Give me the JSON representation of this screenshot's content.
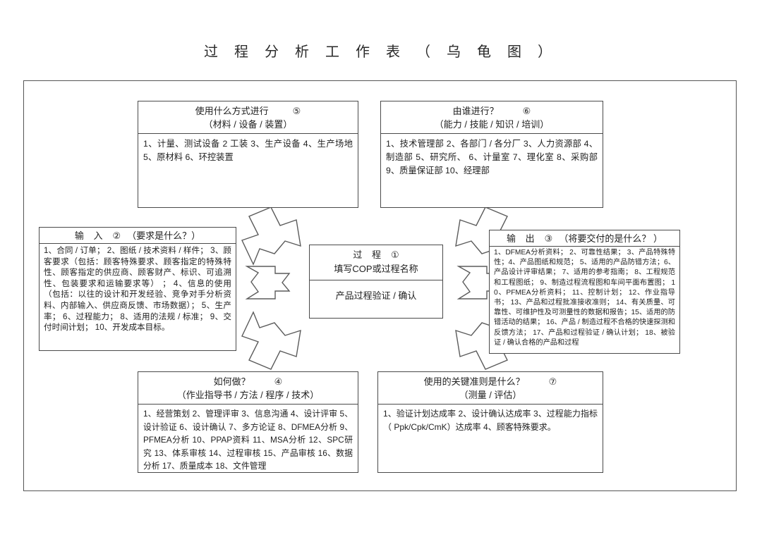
{
  "title": "过 程 分 析 工 作 表 （ 乌 龟 图 ）",
  "boxes": {
    "method": {
      "head_line1": "使用什么方式进行",
      "head_num": "⑤",
      "head_line2": "（材料 / 设备 / 装置）",
      "body": "1、计量、测试设备  2 工装  3、生产设备  4、生产场地 5、原材料  6、环控装置"
    },
    "who": {
      "head_line1": "由谁进行？",
      "head_num": "⑥",
      "head_line2": "（能力 / 技能 / 知识 / 培训）",
      "body": "1、技术管理部  2、各部门 / 各分厂 3、人力资源部  4、制造部  5、研究所、  6、计量室  7、理化室  8、采购部  9、质量保证部  10、经理部"
    },
    "input": {
      "head_title": "输   入",
      "head_num": "②",
      "head_sub": "（要求是什么？）",
      "body": "1、合同 / 订单； 2、图纸 / 技术资料 / 样件； 3、顾客要求（包括：顾客特殊要求、顾客指定的特殊特性、顾客指定的供应商、顾客财产、标识、可追溯性、包装要求和运输要求等）    ； 4、信息的使用（包括：以往的设计和开发经验、竞争对手分析资料、内部输入、供应商反馈、市场数据）； 5、生产率； 6、过程能力； 8、适用的法规 / 标准； 9、交付时间计划； 10、开发成本目标。"
    },
    "output": {
      "head_title": "输   出",
      "head_num": "③",
      "head_sub": "（将要交付的是什么？    ）",
      "body": "1、DFMEA分析资料； 2、可靠性结果； 3、产品特殊特性；4、产品图纸和规范； 5、适用的产品防错方法；6、产品设计评审结果；  7、适用的参考指南； 8、工程规范和工程图纸；  9、制造过程流程图和车间平面布置图； 10、PFMEA分析资料； 11、控制计划； 12、作业指导书； 13、产品和过程批准接收准则；  14、有关质量、可靠性、可维护性及可测量性的数据和报告；15、适用的防错活动的结果；  16、产品 / 制造过程不合格的快速探测和反馈方法；  17、产品和过程验证 / 确认计划； 18、被验证 / 确认合格的产品和过程"
    },
    "process": {
      "head_title": "过   程",
      "head_num": "①",
      "head_line2": "填写COP或过程名称",
      "body": "产品过程验证 / 确认"
    },
    "how": {
      "head_line1": "如何做？",
      "head_num": "④",
      "head_line2": "（作业指导书 / 方法 / 程序 / 技术）",
      "body": "1、经营策划  2、管理评审  3、信息沟通  4、设计评审 5、设计验证  6、设计确认  7、多方论证  8、DFMEA分析  9、PFMEA分析 10、PPAP资料 11、MSA分析 12、SPC研究 13、体系审核  14、过程审核  15、产品审核 16、数据分析 17、质量成本 18、文件管理"
    },
    "criteria": {
      "head_line1": "使用的关键准则是什么？",
      "head_num": "⑦",
      "head_line2": "（测量 / 评估）",
      "body": "1、验证计划达成率   2、设计确认达成率   3、过程能力指标（ Ppk/Cpk/CmK）达成率  4、顾客特殊要求。"
    }
  },
  "arrows": [
    {
      "name": "arrow-method-to-process",
      "direction": "down-right"
    },
    {
      "name": "arrow-who-to-process",
      "direction": "down-left"
    },
    {
      "name": "arrow-input-to-process",
      "direction": "right"
    },
    {
      "name": "arrow-process-to-output",
      "direction": "right"
    },
    {
      "name": "arrow-how-to-process",
      "direction": "up-right"
    },
    {
      "name": "arrow-criteria-to-process",
      "direction": "up-left"
    }
  ],
  "colors": {
    "border": "#4a4a4a",
    "frame": "#555555",
    "arrow_stroke": "#5b5b5b",
    "text": "#1f1f1f",
    "background": "#ffffff"
  }
}
